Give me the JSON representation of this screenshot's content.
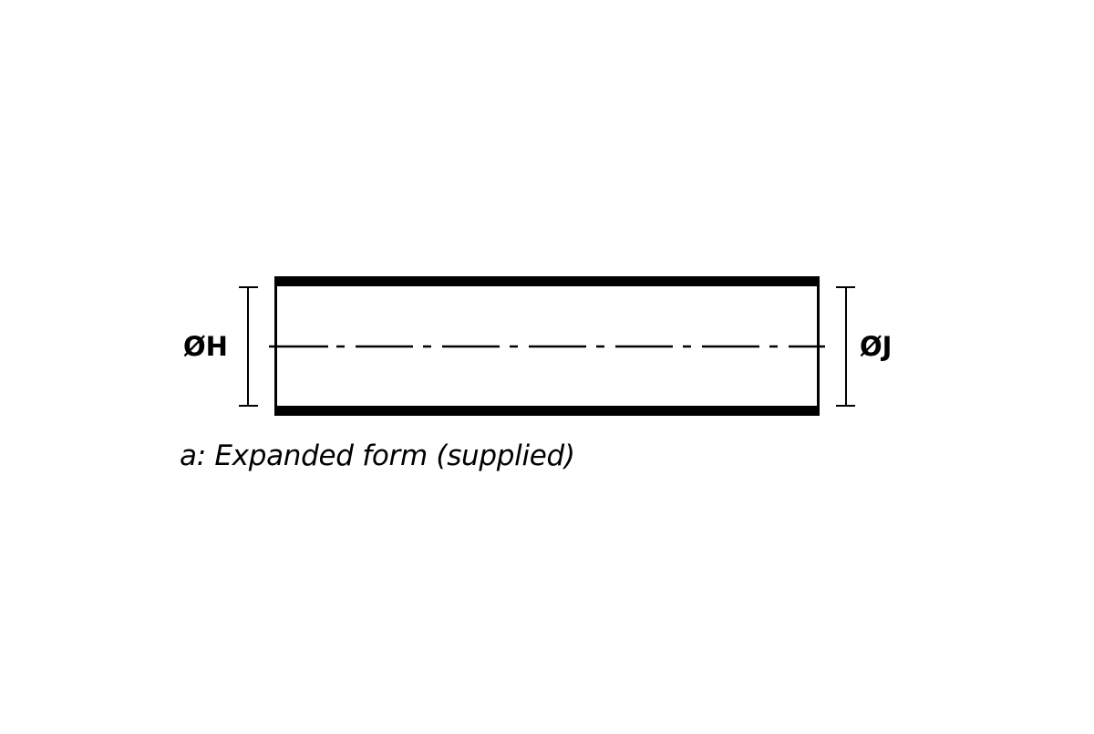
{
  "diagram": {
    "type": "technical-drawing",
    "subject": "tube / sleeve, side view",
    "colors": {
      "stroke": "#000000",
      "background": "#ffffff"
    },
    "dimensions": {
      "left": {
        "label": "ØH"
      },
      "right": {
        "label": "ØJ"
      }
    },
    "caption": "a: Expanded form (supplied)"
  }
}
